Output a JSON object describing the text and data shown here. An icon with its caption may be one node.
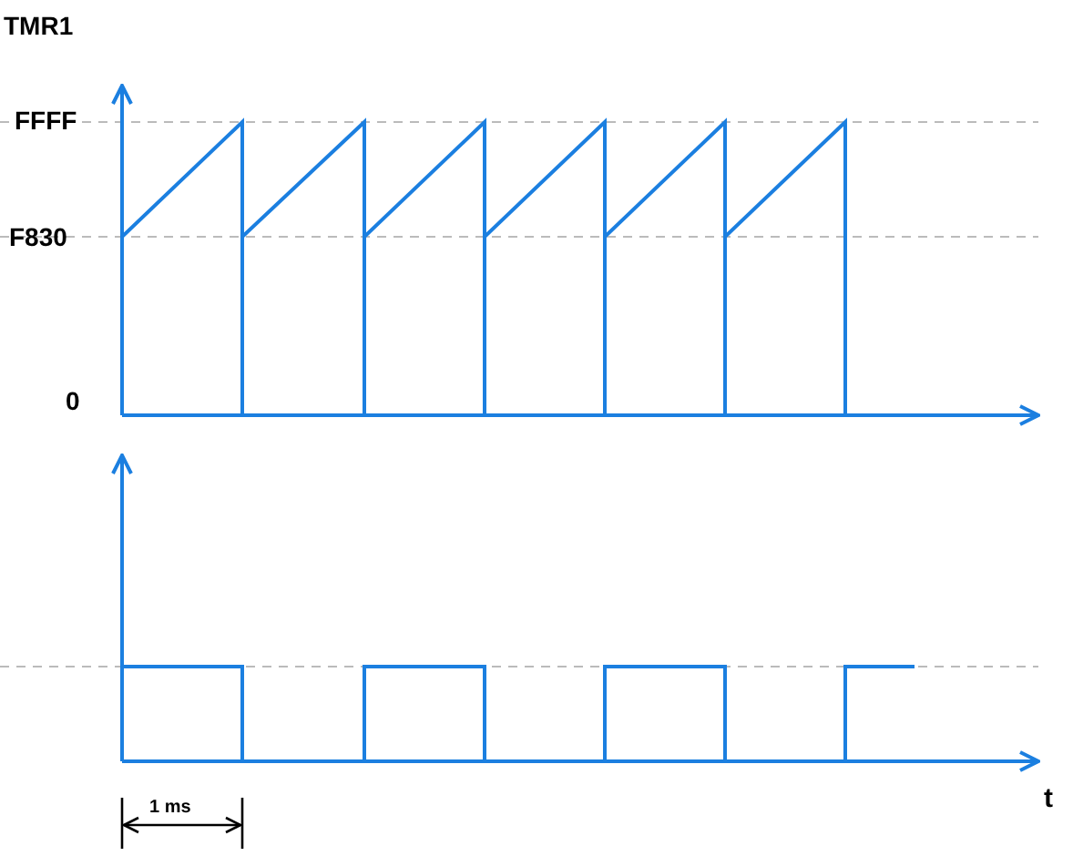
{
  "diagram": {
    "labels": [
      "TMR1",
      "FFFF",
      "F830",
      "0",
      "t",
      "1 ms"
    ]
  }
}
